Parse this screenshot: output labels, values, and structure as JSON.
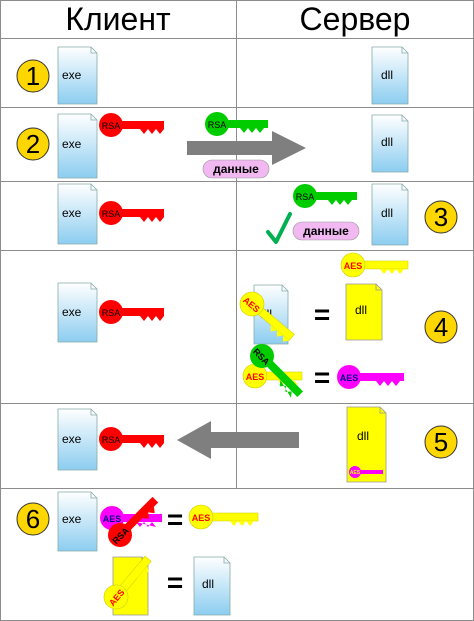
{
  "header": {
    "client": "Клиент",
    "server": "Сервер"
  },
  "steps": {
    "s1": "1",
    "s2": "2",
    "s3": "3",
    "s4": "4",
    "s5": "5",
    "s6": "6"
  },
  "files": {
    "exe": "exe",
    "dll": "dll"
  },
  "keys": {
    "rsa": "RSA",
    "aes": "AES"
  },
  "labels": {
    "data": "данные",
    "equals": "="
  },
  "colors": {
    "grid": "#808080",
    "step_fill": "#ffd700",
    "rsa_private": "#ff0000",
    "rsa_public": "#00cc00",
    "aes_key": "#ffff00",
    "aes_mixed": "#ff00ff",
    "arrow": "#7f7f7f",
    "data_pill": "#f2b8f2",
    "check": "#00b050",
    "file_top": "#ffffff",
    "file_bottom": "#8ccdf0",
    "yellow_file": "#ffff00"
  }
}
